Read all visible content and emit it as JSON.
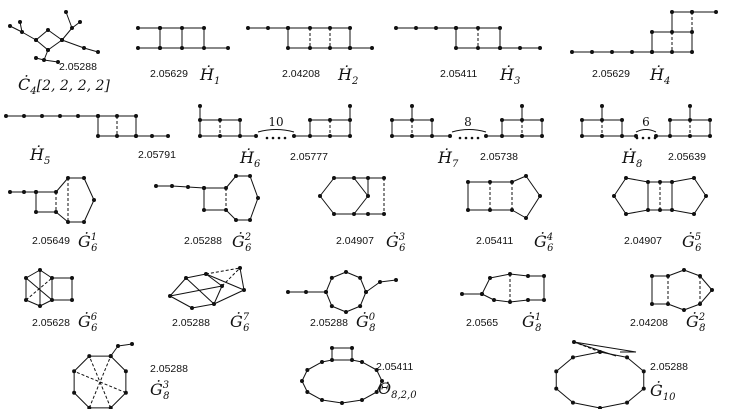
{
  "graphs": [
    {
      "id": "c4",
      "label": "Ċ",
      "sub": "4",
      "arg": "[2, 2, 2, 2]",
      "sup": "",
      "value": "2.05288"
    },
    {
      "id": "h1",
      "label": "Ḣ",
      "sub": "1",
      "arg": "",
      "sup": "",
      "value": "2.05629"
    },
    {
      "id": "h2",
      "label": "Ḣ",
      "sub": "2",
      "arg": "",
      "sup": "",
      "value": "2.04208"
    },
    {
      "id": "h3",
      "label": "Ḣ",
      "sub": "3",
      "arg": "",
      "sup": "",
      "value": "2.05411"
    },
    {
      "id": "h4",
      "label": "Ḣ",
      "sub": "4",
      "arg": "",
      "sup": "",
      "value": "2.05629"
    },
    {
      "id": "h5",
      "label": "Ḣ",
      "sub": "5",
      "arg": "",
      "sup": "",
      "value": "2.05791"
    },
    {
      "id": "h6",
      "label": "Ḣ",
      "sub": "6",
      "arg": "",
      "sup": "",
      "value": "2.05777",
      "mid": "10"
    },
    {
      "id": "h7",
      "label": "Ḣ",
      "sub": "7",
      "arg": "",
      "sup": "",
      "value": "2.05738",
      "mid": "8"
    },
    {
      "id": "h8",
      "label": "Ḣ",
      "sub": "8",
      "arg": "",
      "sup": "",
      "value": "2.05639",
      "mid": "6"
    },
    {
      "id": "g61",
      "label": "Ġ",
      "sub": "6",
      "arg": "",
      "sup": "1",
      "value": "2.05649"
    },
    {
      "id": "g62",
      "label": "Ġ",
      "sub": "6",
      "arg": "",
      "sup": "2",
      "value": "2.05288"
    },
    {
      "id": "g63",
      "label": "Ġ",
      "sub": "6",
      "arg": "",
      "sup": "3",
      "value": "2.04907"
    },
    {
      "id": "g64",
      "label": "Ġ",
      "sub": "6",
      "arg": "",
      "sup": "4",
      "value": "2.05411"
    },
    {
      "id": "g65",
      "label": "Ġ",
      "sub": "6",
      "arg": "",
      "sup": "5",
      "value": "2.04907"
    },
    {
      "id": "g66",
      "label": "Ġ",
      "sub": "6",
      "arg": "",
      "sup": "6",
      "value": "2.05628"
    },
    {
      "id": "g67",
      "label": "Ġ",
      "sub": "6",
      "arg": "",
      "sup": "7",
      "value": "2.05288"
    },
    {
      "id": "g80",
      "label": "Ġ",
      "sub": "8",
      "arg": "",
      "sup": "0",
      "value": "2.05288"
    },
    {
      "id": "g81",
      "label": "Ġ",
      "sub": "8",
      "arg": "",
      "sup": "1",
      "value": "2.0565"
    },
    {
      "id": "g82",
      "label": "Ġ",
      "sub": "8",
      "arg": "",
      "sup": "2",
      "value": "2.04208"
    },
    {
      "id": "g83",
      "label": "Ġ",
      "sub": "8",
      "arg": "",
      "sup": "3",
      "value": "2.05288"
    },
    {
      "id": "theta",
      "label": "Θ̇",
      "sub": "8,2,0",
      "arg": "",
      "sup": "",
      "value": "2.05411"
    },
    {
      "id": "g10",
      "label": "Ġ",
      "sub": "10",
      "arg": "",
      "sup": "",
      "value": "2.05288"
    }
  ]
}
